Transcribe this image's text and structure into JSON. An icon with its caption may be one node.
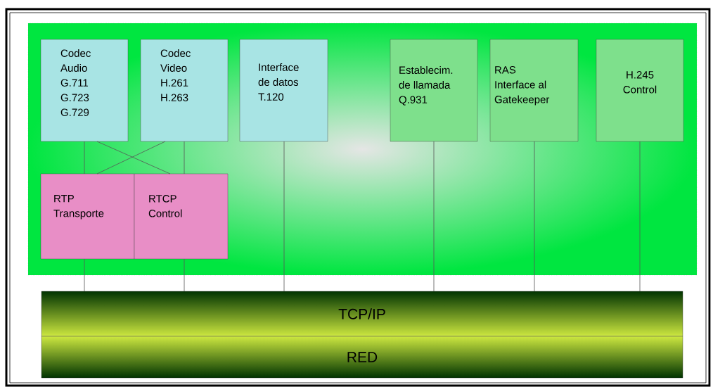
{
  "diagram": {
    "nodes": [
      {
        "text": [],
        "shape": "box"
      },
      {
        "text": [
          "Codec Audio G.711 G.723 G.729"
        ],
        "in": 0
      },
      {
        "text": [
          "Codec Video H.261 H.263"
        ],
        "in": 0
      },
      {
        "text": [
          "Interface de datos T.120"
        ],
        "in": 0
      },
      {
        "text": [
          "Establecim. de llamada Q.931"
        ],
        "in": 0
      },
      {
        "text": [
          "RAS Interface al Gatekeeper"
        ],
        "in": 0
      },
      {
        "text": [
          "H.245 Control"
        ],
        "in": 0
      },
      {
        "text": [
          "RTP Transporte"
        ],
        "in": 0
      },
      {
        "text": [
          "RTCP Control"
        ],
        "in": 0
      },
      {
        "text": [
          "TCP/IP"
        ]
      },
      {
        "text": [
          "RED"
        ]
      }
    ],
    "edges": [
      {
        "from": 1,
        "to": 7,
        "arrow": "none"
      },
      {
        "from": 1,
        "to": 8,
        "arrow": "none"
      },
      {
        "from": 2,
        "to": 7,
        "arrow": "none"
      },
      {
        "from": 2,
        "to": 8,
        "arrow": "none"
      },
      {
        "from": 7,
        "to": 9,
        "arrow": "none"
      },
      {
        "from": 8,
        "to": 9,
        "arrow": "none"
      },
      {
        "from": 3,
        "to": 9,
        "arrow": "none"
      },
      {
        "from": 4,
        "to": 9,
        "arrow": "none"
      },
      {
        "from": 5,
        "to": 9,
        "arrow": "none"
      },
      {
        "from": 6,
        "to": 9,
        "arrow": "none"
      }
    ]
  }
}
